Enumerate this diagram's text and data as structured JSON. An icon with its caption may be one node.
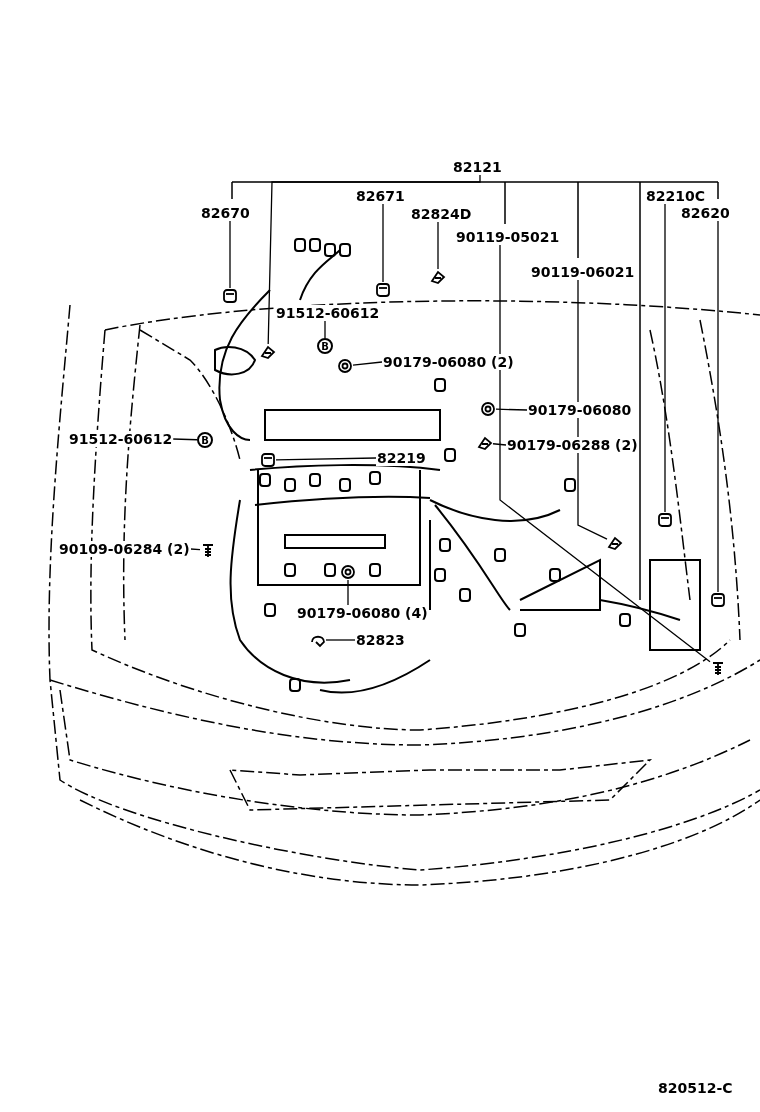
{
  "diagram": {
    "nodes": [
      {
        "text": [
          "82121"
        ]
      },
      {
        "text": [],
        "shape": "picture"
      },
      {
        "text": [
          "82670"
        ]
      },
      {
        "text": [],
        "shape": "picture"
      },
      {
        "text": [
          "82671"
        ]
      },
      {
        "text": [],
        "shape": "picture"
      },
      {
        "text": [
          "82824D"
        ]
      },
      {
        "text": [],
        "shape": "picture"
      },
      {
        "text": [
          "90119-05021"
        ]
      },
      {
        "text": [],
        "shape": "picture"
      },
      {
        "text": [
          "90119-06021"
        ]
      },
      {
        "text": [],
        "shape": "picture"
      },
      {
        "text": [
          "82210C"
        ]
      },
      {
        "text": [],
        "shape": "picture"
      },
      {
        "text": [
          "82620"
        ]
      },
      {
        "text": [],
        "shape": "picture"
      },
      {
        "text": [
          "91512-60612"
        ]
      },
      {
        "text": [
          "B"
        ]
      },
      {
        "text": [
          "91512-60612"
        ]
      },
      {
        "text": [
          "B"
        ]
      },
      {
        "text": [
          "90179-06080 (2)"
        ]
      },
      {
        "text": [],
        "shape": "picture"
      },
      {
        "text": [
          "90179-06080"
        ]
      },
      {
        "text": [],
        "shape": "picture"
      },
      {
        "text": [
          "90179-06288 (2)"
        ]
      },
      {
        "text": [],
        "shape": "picture"
      },
      {
        "text": [
          "82219"
        ]
      },
      {
        "text": [],
        "shape": "picture"
      },
      {
        "text": [
          "90109-06284 (2)"
        ]
      },
      {
        "text": [],
        "shape": "picture"
      },
      {
        "text": [
          "90179-06080 (4)"
        ]
      },
      {
        "text": [],
        "shape": "picture"
      },
      {
        "text": [
          "82823"
        ]
      },
      {
        "text": [],
        "shape": "picture"
      }
    ],
    "edges": [
      {
        "from": 0,
        "to": 1,
        "arrow": "none"
      },
      {
        "from": 2,
        "to": 3,
        "arrow": "none"
      },
      {
        "from": 4,
        "to": 5,
        "arrow": "none"
      },
      {
        "from": 6,
        "to": 7,
        "arrow": "none"
      },
      {
        "from": 8,
        "to": 9,
        "arrow": "none"
      },
      {
        "from": 10,
        "to": 11,
        "arrow": "none"
      },
      {
        "from": 12,
        "to": 13,
        "arrow": "none"
      },
      {
        "from": 14,
        "to": 15,
        "arrow": "none"
      },
      {
        "from": 16,
        "to": 17,
        "arrow": "none"
      },
      {
        "from": 18,
        "to": 19,
        "arrow": "none"
      },
      {
        "from": 20,
        "to": 21,
        "arrow": "none"
      },
      {
        "from": 22,
        "to": 23,
        "arrow": "none"
      },
      {
        "from": 24,
        "to": 25,
        "arrow": "none"
      },
      {
        "from": 26,
        "to": 27,
        "arrow": "none"
      },
      {
        "from": 28,
        "to": 29,
        "arrow": "none"
      },
      {
        "from": 30,
        "to": 31,
        "arrow": "none"
      },
      {
        "from": 32,
        "to": 33,
        "arrow": "none"
      }
    ],
    "labels": [
      "820512-C"
    ]
  }
}
